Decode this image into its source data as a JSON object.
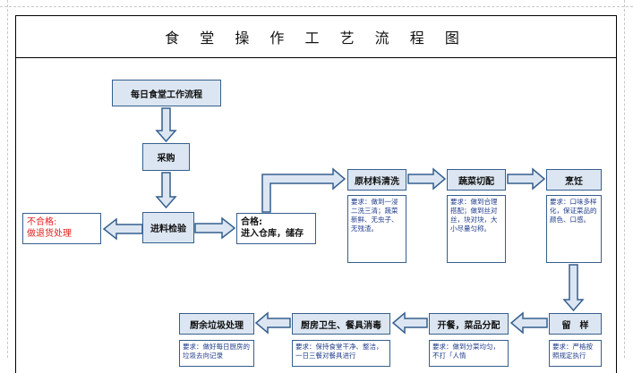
{
  "title": "食 堂 操 作 工 艺 流 程 图",
  "nodes": {
    "daily": "每日食堂工作流程",
    "purchase": "采购",
    "inspection": "进料检验",
    "reject": "不合格:\n做退货处理",
    "pass": "合格:\n进入仓库，储存",
    "wash": "原材料清洗",
    "cut": "蔬菜切配",
    "cook": "烹饪",
    "sample": "留　样",
    "serve": "开餐，菜品分配",
    "clean": "厨房卫生、餐具消毒",
    "waste": "厨余垃圾处理"
  },
  "notes": {
    "wash": "要求：做到一浸二洗三清；蔬菜新鲜、无虫子、无残渣。",
    "cut": "要求：做到合理搭配；做到丝对丝，块对块，大小尽量匀称。",
    "cook": "要求：口味多样化，保证菜品的颜色、口感。",
    "sample": "要求：严格按照规定执行",
    "serve": "要求：做到分菜均匀，不打「人情",
    "clean": "要求：保持食堂干净、整洁，一日三餐对餐具进行",
    "waste": "要求：做好每日厨房的垃圾去向记录"
  },
  "colors": {
    "box_fill": "#dce6f2",
    "box_border": "#355f8e",
    "note_text": "#1f3c8c",
    "reject_text": "#e0201e"
  }
}
